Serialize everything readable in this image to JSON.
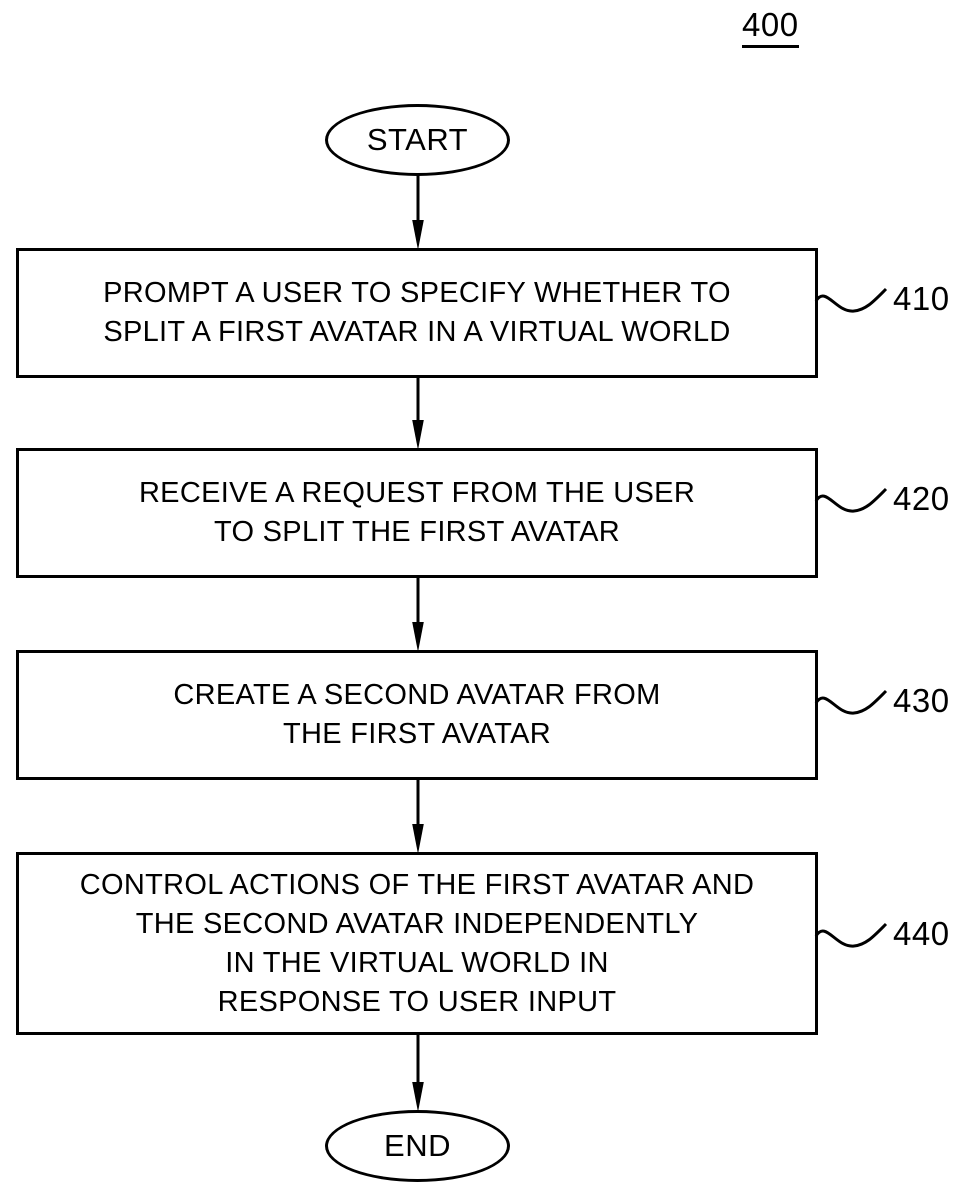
{
  "figure": {
    "number": "400",
    "type": "flowchart"
  },
  "nodes": {
    "start": {
      "label": "START",
      "shape": "oval"
    },
    "end": {
      "label": "END",
      "shape": "oval"
    }
  },
  "steps": [
    {
      "ref": "410",
      "lines": [
        "PROMPT A USER TO SPECIFY WHETHER TO",
        "SPLIT A FIRST AVATAR IN A VIRTUAL WORLD"
      ]
    },
    {
      "ref": "420",
      "lines": [
        "RECEIVE A REQUEST FROM THE USER",
        "TO SPLIT THE FIRST AVATAR"
      ]
    },
    {
      "ref": "430",
      "lines": [
        "CREATE A SECOND AVATAR FROM",
        "THE FIRST AVATAR"
      ]
    },
    {
      "ref": "440",
      "lines": [
        "CONTROL ACTIONS OF THE FIRST AVATAR AND",
        "THE SECOND AVATAR INDEPENDENTLY",
        "IN THE VIRTUAL WORLD IN",
        "RESPONSE TO USER INPUT"
      ]
    }
  ],
  "colors": {
    "stroke": "#000000",
    "background": "#ffffff"
  }
}
